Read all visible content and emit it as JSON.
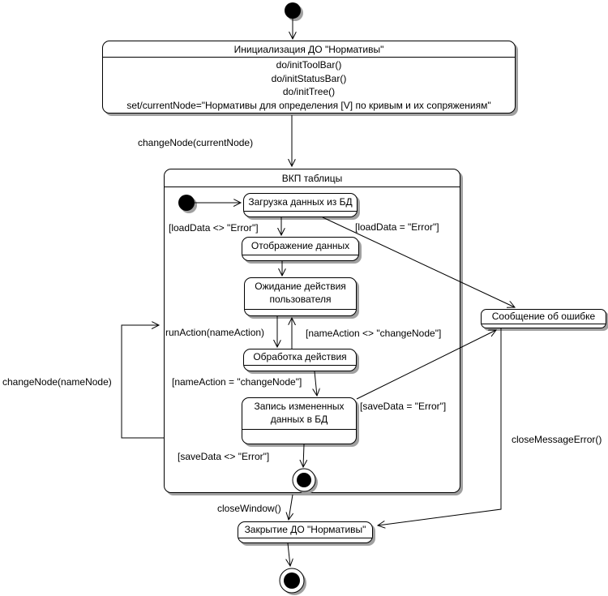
{
  "diagram": {
    "kind": "uml-state-diagram",
    "colors": {
      "line": "#000000",
      "fill": "#ffffff",
      "shadow": "#a0a0a0",
      "background": "#ffffff"
    },
    "states": {
      "init": {
        "title": "Инициализация ДО \"Нормативы\"",
        "actions": [
          "do/initToolBar()",
          "do/initStatusBar()",
          "do/initTree()",
          "set/currentNode=\"Нормативы для определения [V] по кривым и их сопряжениям\""
        ]
      },
      "vkp": {
        "title": "ВКП таблицы"
      },
      "load": {
        "title": "Загрузка данных из БД"
      },
      "display": {
        "title": "Отображение данных"
      },
      "wait": {
        "title": "Ожидание действия пользователя"
      },
      "process": {
        "title": "Обработка действия"
      },
      "save": {
        "title": "Запись измененных данных в БД"
      },
      "error": {
        "title": "Сообщение об ошибке"
      },
      "close": {
        "title": "Закрытие ДО \"Нормативы\""
      }
    },
    "transitions": {
      "change_current": "changeNode(currentNode)",
      "load_ok": "[loadData <> \"Error\"]",
      "load_err": "[loadData = \"Error\"]",
      "run_action": "runAction(nameAction)",
      "action_not_change": "[nameAction <> \"changeNode\"]",
      "action_change": "[nameAction = \"changeNode\"]",
      "save_err": "[saveData = \"Error\"]",
      "save_ok": "[saveData <> \"Error\"]",
      "change_node": "changeNode(nameNode)",
      "close_window": "closeWindow()",
      "close_error": "closeMessageError()"
    }
  }
}
